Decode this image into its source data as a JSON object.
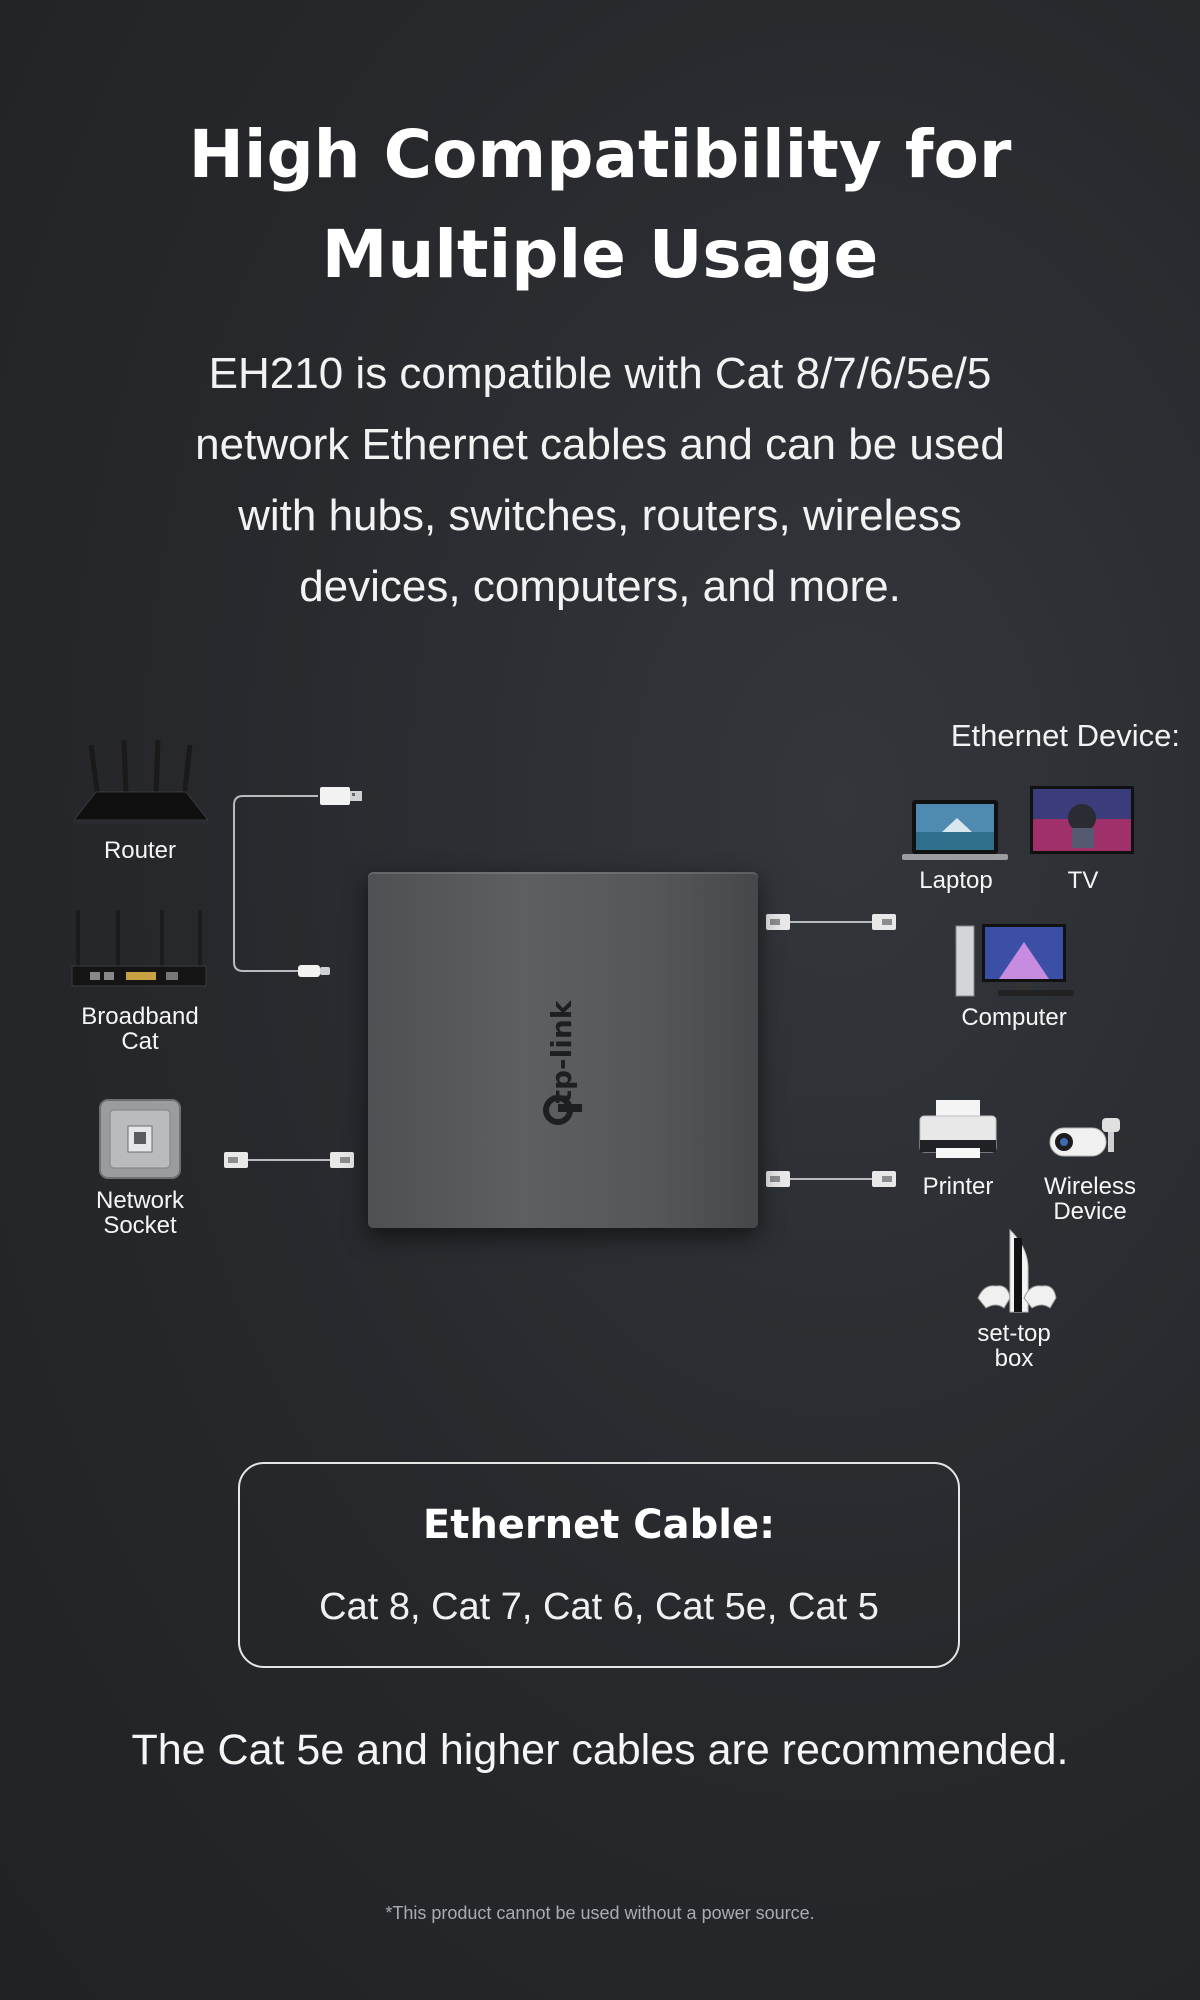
{
  "header": {
    "title_line1": "High Compatibility for",
    "title_line2": "Multiple Usage",
    "subtitle_lines": [
      "EH210 is compatible with Cat 8/7/6/5e/5",
      "network Ethernet cables and can be used",
      "with hubs, switches, routers, wireless",
      "devices, computers, and more."
    ]
  },
  "left_devices": {
    "router": [
      "Router"
    ],
    "broadband_cat": [
      "Broadband",
      "Cat"
    ],
    "network_socket": [
      "Network",
      "Socket"
    ]
  },
  "right_devices": {
    "heading": "Ethernet Device:",
    "laptop": [
      "Laptop"
    ],
    "tv": [
      "TV"
    ],
    "computer": [
      "Computer"
    ],
    "printer": [
      "Printer"
    ],
    "wireless_device": [
      "Wireless",
      "Device"
    ],
    "set_top_box": [
      "set-top",
      "box"
    ]
  },
  "hub": {
    "brand": "tp-link"
  },
  "cable_box": {
    "title": "Ethernet Cable:",
    "values": "Cat 8, Cat 7, Cat 6, Cat 5e, Cat 5"
  },
  "recommendation": "The Cat 5e and higher cables are recommended.",
  "footnote": "*This product cannot be used without a power source."
}
